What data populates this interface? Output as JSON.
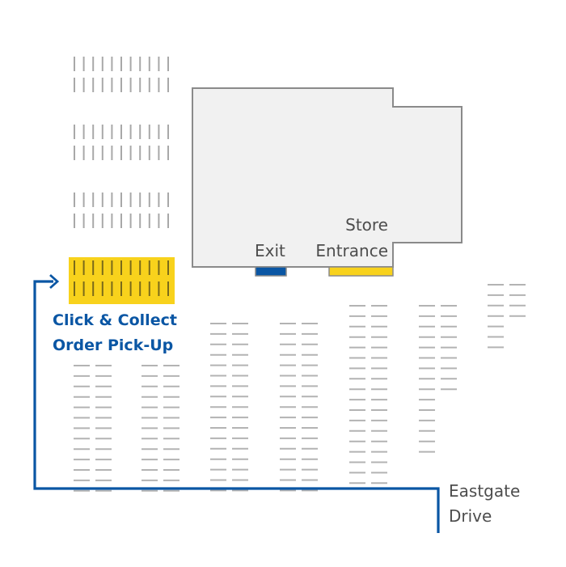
{
  "colors": {
    "brand_blue": "#0a56a4",
    "highlight_yellow": "#f8d21c",
    "building_fill": "#f1f1f1",
    "building_stroke": "#8a8a8a",
    "stall_line": "#b3b3b3",
    "label_text": "#4d4d4d"
  },
  "labels": {
    "store_entrance_line1": "Store",
    "store_entrance_line2": "Entrance",
    "exit": "Exit",
    "pickup_line1": "Click & Collect",
    "pickup_line2": "Order Pick-Up",
    "road_line1": "Eastgate",
    "road_line2": "Drive"
  },
  "icons": {
    "route_arrow": "arrowhead-right-icon"
  }
}
